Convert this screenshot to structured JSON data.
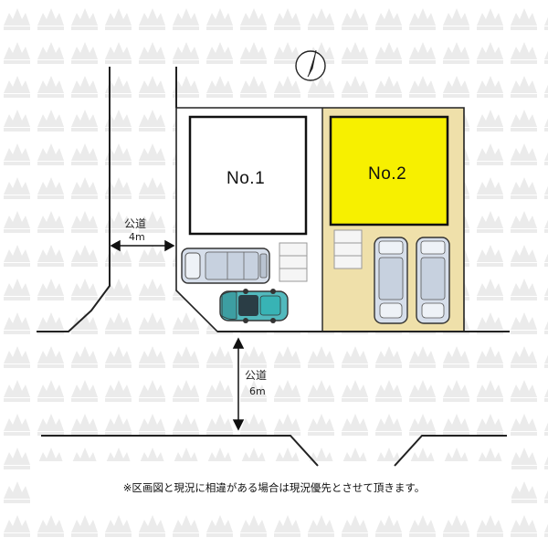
{
  "diagram": {
    "lot1": {
      "label": "No.1"
    },
    "lot2": {
      "label": "No.2",
      "fill": "#f7f000",
      "site_fill": "#efe0aa"
    },
    "road_west": {
      "name": "公道",
      "width": "4m"
    },
    "road_south": {
      "name": "公道",
      "width": "6m"
    },
    "note": "※区画図と現況に相違がある場合は現況優先とさせて頂きます。",
    "colors": {
      "car_white": "#d6deea",
      "car_teal": "#52b9bd",
      "line": "#222222"
    }
  }
}
